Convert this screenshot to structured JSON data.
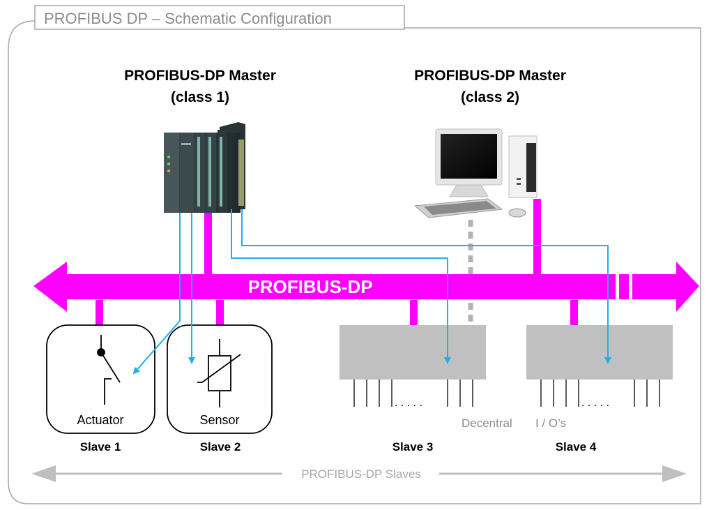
{
  "diagram": {
    "frame_title": "PROFIBUS DP – Schematic Configuration",
    "master1": {
      "line1": "PROFIBUS-DP Master",
      "line2": "(class 1)"
    },
    "master2": {
      "line1": "PROFIBUS-DP Master",
      "line2": "(class 2)"
    },
    "bus_label": "PROFIBUS-DP",
    "actuator_label": "Actuator",
    "sensor_label": "Sensor",
    "slave1_label": "Slave 1",
    "slave2_label": "Slave 2",
    "slave3_label": "Slave 3",
    "slave4_label": "Slave 4",
    "decentral_label": "Decentral",
    "ios_label": "I / O’s",
    "slaves_span_label": "PROFIBUS-DP Slaves",
    "dots": ". . . . ."
  },
  "colors": {
    "bus": "#ff00ff",
    "signal": "#1fb1e6",
    "frame": "#a6a6a6",
    "module": "#c0c0c0",
    "dashed": "#b3b3b3",
    "text": "#000000",
    "muted_text": "#8c8c8c"
  }
}
